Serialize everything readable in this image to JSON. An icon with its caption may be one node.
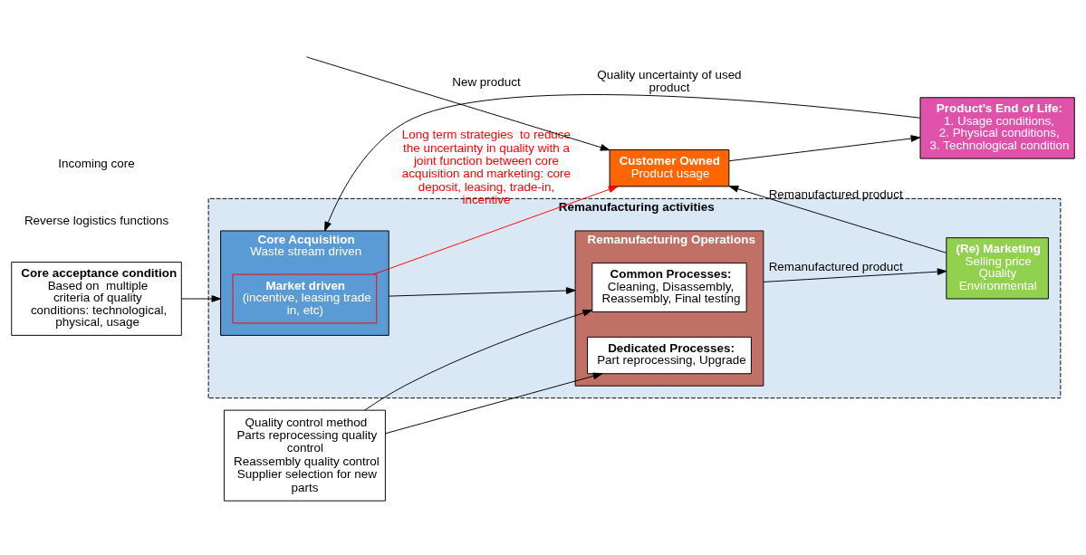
{
  "diagram": {
    "nodes": [
      {
        "text": [
          "Product’s End of Life:",
          "1. Usage conditions,",
          "2. Physical conditions,",
          "3. Technological condition"
        ]
      },
      {
        "text": [
          "Customer Owned",
          "Product usage"
        ]
      },
      {
        "text": [
          "Remanufacturing activities"
        ]
      },
      {
        "text": [
          "Core Acquisition",
          "Waste stream driven"
        ],
        "in": 2
      },
      {
        "text": [
          "Market driven",
          "(incentive, leasing trade in, etc)"
        ],
        "in": 3
      },
      {
        "text": [
          "Remanufacturing Operations"
        ],
        "in": 2
      },
      {
        "text": [
          "Common Processes:",
          "Cleaning, Disassembly, Reassembly, Final testing"
        ],
        "in": 5
      },
      {
        "text": [
          "Dedicated Processes:",
          "Part reprocessing, Upgrade"
        ],
        "in": 5
      },
      {
        "text": [
          "(Re) Marketing",
          "Selling price",
          "Quality",
          "Environmental"
        ],
        "in": 2
      },
      {
        "text": [
          "Core acceptance condition",
          "Based on  multiple criteria of quality conditions: technological, physical, usage"
        ]
      },
      {
        "text": [
          "Quality control method",
          "Parts reprocessing quality control",
          "Reassembly quality control",
          "Supplier selection for new parts"
        ]
      }
    ],
    "edges": [
      {
        "from": null,
        "to": 1,
        "arrow": "to",
        "label": "New product"
      },
      {
        "from": 8,
        "to": 1,
        "arrow": "to",
        "label": "Remanufactured product"
      },
      {
        "from": 1,
        "to": 0,
        "arrow": "to"
      },
      {
        "from": 0,
        "to": 3,
        "arrow": "to",
        "label": "Quality uncertainty of used product"
      },
      {
        "from": 3,
        "to": 5,
        "arrow": "to"
      },
      {
        "from": 5,
        "to": 8,
        "arrow": "to",
        "label": "Remanufactured product"
      },
      {
        "from": 9,
        "to": 3,
        "arrow": "to"
      },
      {
        "from": 10,
        "to": 6,
        "arrow": "to"
      },
      {
        "from": 10,
        "to": 7,
        "arrow": "to"
      },
      {
        "from": 4,
        "to": 1,
        "arrow": "to",
        "color": "#ff0000",
        "label": "Long term strategies  to reduce the uncertainty in quality with a joint function between core acquisition and marketing: core deposit, leasing, trade-in, incentive"
      }
    ],
    "labels": [
      "Reverse logistics functions",
      "Incoming core"
    ]
  }
}
